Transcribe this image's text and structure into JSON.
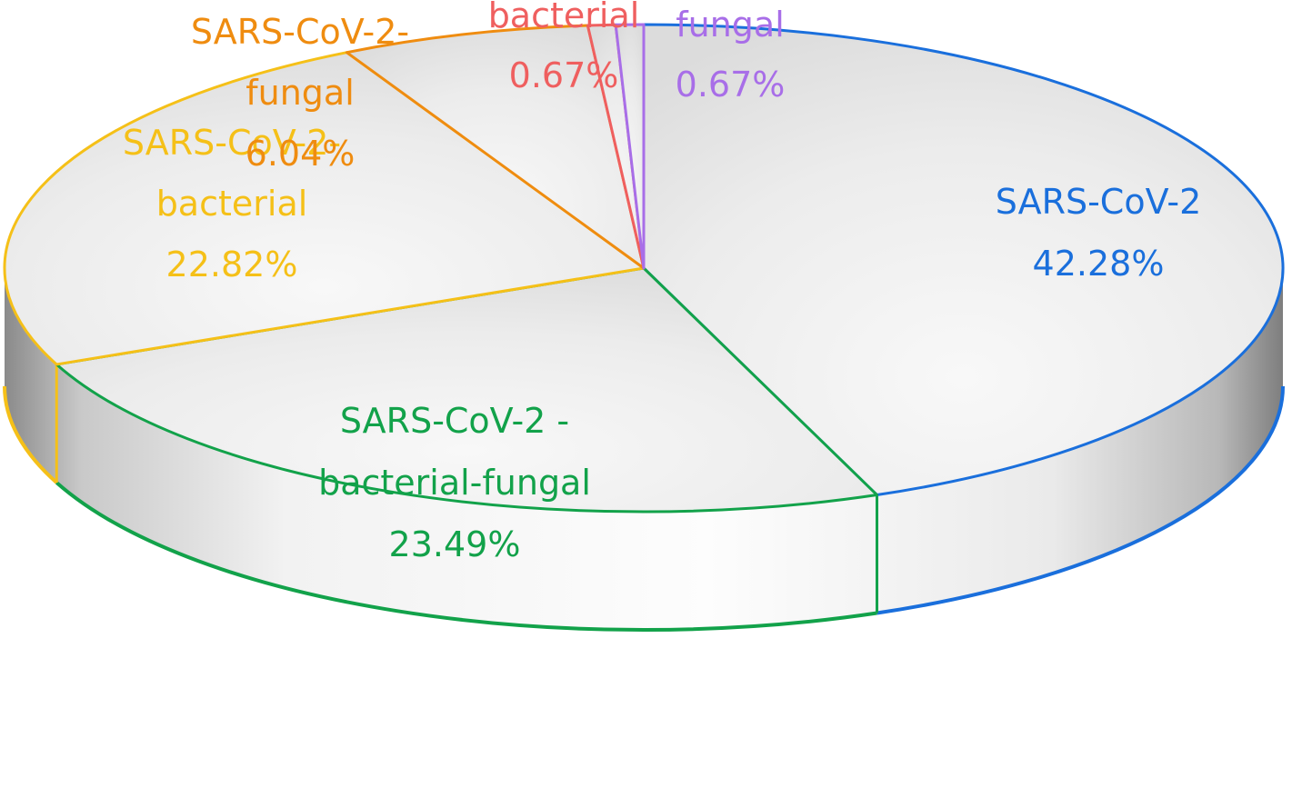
{
  "chart_data": {
    "type": "pie",
    "style": "3d",
    "slices": [
      {
        "name": "SARS-CoV-2",
        "label_lines": [
          "SARS-CoV-2",
          "42.28%"
        ],
        "value": 42.28,
        "color": "#1a6fdc"
      },
      {
        "name": "SARS-CoV-2  -bacterial-fungal",
        "label_lines": [
          "SARS-CoV-2  -",
          "bacterial-fungal",
          "23.49%"
        ],
        "value": 23.49,
        "color": "#12a24a"
      },
      {
        "name": "SARS-CoV-2-bacterial",
        "label_lines": [
          "SARS-CoV-2-",
          "bacterial",
          "22.82%"
        ],
        "value": 22.82,
        "color": "#f5c018"
      },
      {
        "name": "SARS-CoV-2-fungal",
        "label_lines": [
          "SARS-CoV-2-",
          "fungal",
          "6.04%"
        ],
        "value": 6.04,
        "color": "#ef8c10"
      },
      {
        "name": "bacterial",
        "label_lines": [
          "bacterial",
          "0.67%"
        ],
        "value": 0.67,
        "color": "#ef5f5f"
      },
      {
        "name": "fungal",
        "label_lines": [
          "fungal",
          "0.67%"
        ],
        "value": 0.67,
        "color": "#a86ee8"
      }
    ]
  }
}
